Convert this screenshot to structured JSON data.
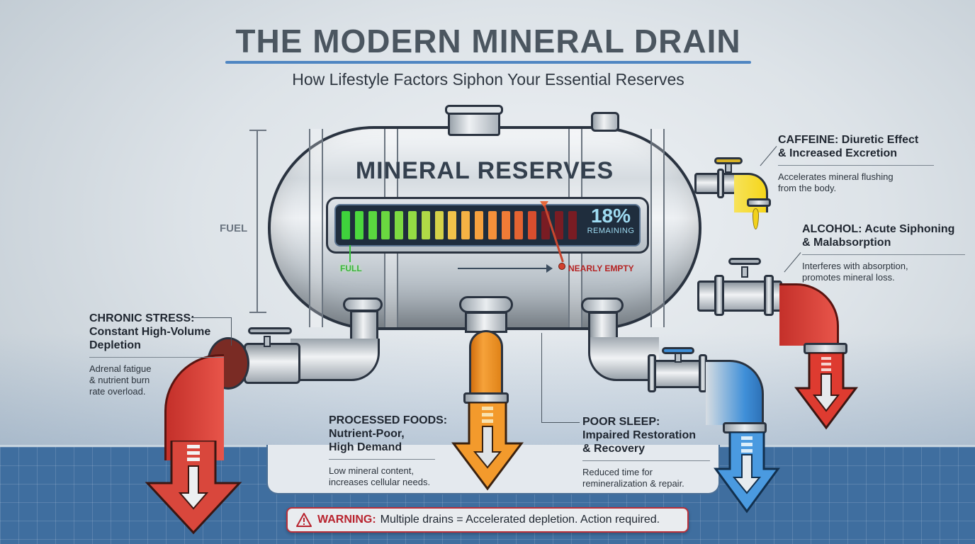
{
  "header": {
    "title": "THE MODERN MINERAL DRAIN",
    "subtitle": "How Lifestyle Factors Siphon Your Essential Reserves"
  },
  "tank": {
    "label": "MINERAL RESERVES",
    "side_label": "FUEL",
    "gauge": {
      "percent": "18%",
      "remaining_label": "REMAINING",
      "full_label": "FULL",
      "empty_label": "NEARLY EMPTY",
      "lit_segments": 15,
      "dim_segments": 3,
      "segment_colors": [
        "#3fd23c",
        "#4cd83e",
        "#5ad83f",
        "#6ad840",
        "#7dda42",
        "#94db44",
        "#b0d946",
        "#d4d249",
        "#f0c24a",
        "#f5b244",
        "#f6a23f",
        "#f4903a",
        "#f07b36",
        "#e46432",
        "#d84e2e"
      ],
      "dim_color": "#8a1a1e"
    }
  },
  "drains": [
    {
      "id": "chronic-stress",
      "heading": "CHRONIC STRESS: Constant High-Volume Depletion",
      "heading_lines": [
        "CHRONIC STRESS:",
        "Constant High-Volume",
        "Depletion"
      ],
      "body_lines": [
        "Adrenal fatigue",
        "& nutrient burn",
        "rate overload."
      ],
      "color": "#d8463a"
    },
    {
      "id": "processed-foods",
      "heading_lines": [
        "PROCESSED FOODS:",
        "Nutrient-Poor,",
        "High Demand"
      ],
      "body_lines": [
        "Low mineral content,",
        "increases cellular needs."
      ],
      "color": "#f0962a"
    },
    {
      "id": "poor-sleep",
      "heading_lines": [
        "POOR SLEEP:",
        "Impaired Restoration",
        "& Recovery"
      ],
      "body_lines": [
        "Reduced time for",
        "remineralization & repair."
      ],
      "color": "#3f8fd8"
    },
    {
      "id": "caffeine",
      "heading_lines": [
        "CAFFEINE: Diuretic Effect",
        "& Increased Excretion"
      ],
      "body_lines": [
        "Accelerates mineral flushing",
        "from the body."
      ],
      "color": "#f2d21c"
    },
    {
      "id": "alcohol",
      "heading_lines": [
        "ALCOHOL: Acute Siphoning",
        "& Malabsorption"
      ],
      "body_lines": [
        "Interferes with absorption,",
        "promotes mineral loss."
      ],
      "color": "#de3b30"
    }
  ],
  "warning": {
    "icon": "warning-triangle-icon",
    "bold": "WARNING:",
    "text": "Multiple drains = Accelerated depletion. Action required."
  },
  "colors": {
    "title": "#4b5660",
    "accent_rule": "#4f86c2",
    "blueprint": "#3f6e9f",
    "warning_red": "#b8232e"
  }
}
